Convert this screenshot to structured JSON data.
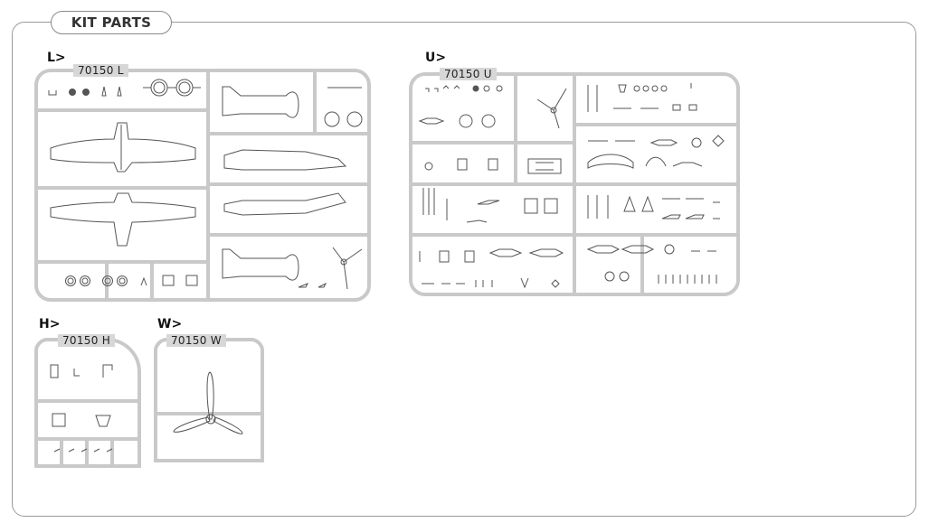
{
  "header": {
    "title": "KIT PARTS"
  },
  "sprues": [
    {
      "id": "L",
      "label": "L>",
      "code": "70150 L"
    },
    {
      "id": "U",
      "label": "U>",
      "code": "70150 U"
    },
    {
      "id": "H",
      "label": "H>",
      "code": "70150 H"
    },
    {
      "id": "W",
      "label": "W>",
      "code": "70150 W"
    }
  ],
  "colors": {
    "frame": "#9a9a9a",
    "sprue": "#c9c9c9",
    "part_line": "#555555",
    "tag": "#d7d7d7"
  },
  "icons": [
    "propeller-icon",
    "wing-part-icon",
    "fuselage-part-icon",
    "wheel-part-icon"
  ]
}
